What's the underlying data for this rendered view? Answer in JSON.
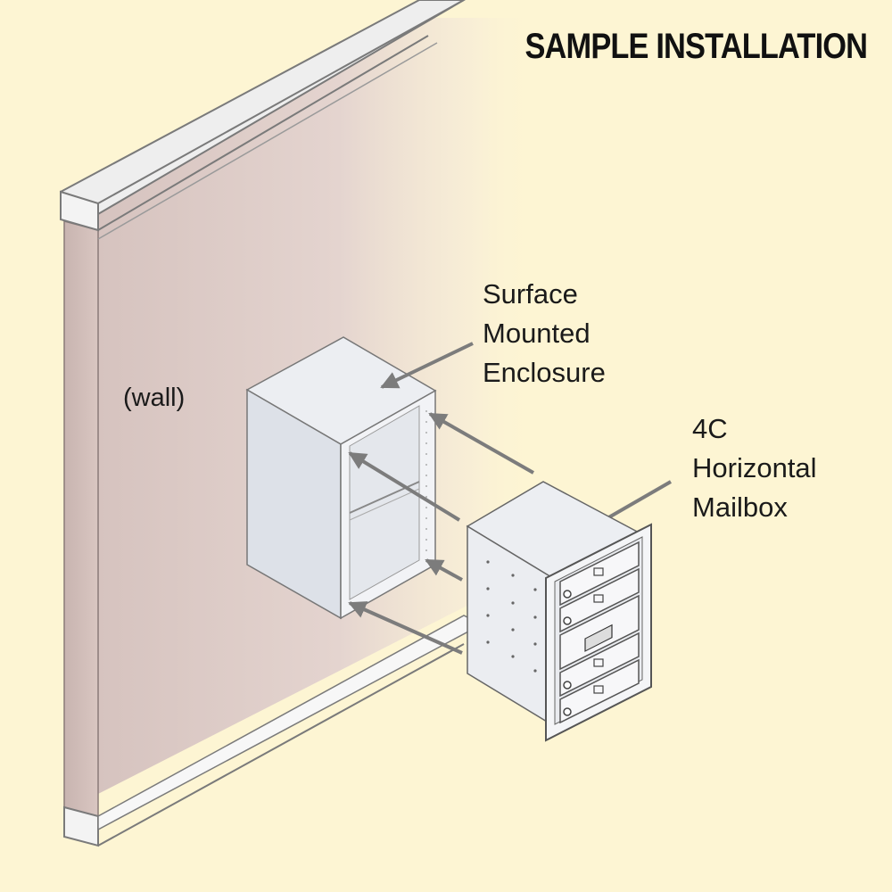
{
  "title": "SAMPLE INSTALLATION",
  "labels": {
    "wall": "(wall)",
    "enclosure": [
      "Surface",
      "Mounted",
      "Enclosure"
    ],
    "mailbox": [
      "4C",
      "Horizontal",
      "Mailbox"
    ]
  },
  "colors": {
    "background": "#fdf5d3",
    "wall": "#d9c6c1",
    "arrow": "#7a7a7a",
    "box": "#e6e8ec"
  }
}
